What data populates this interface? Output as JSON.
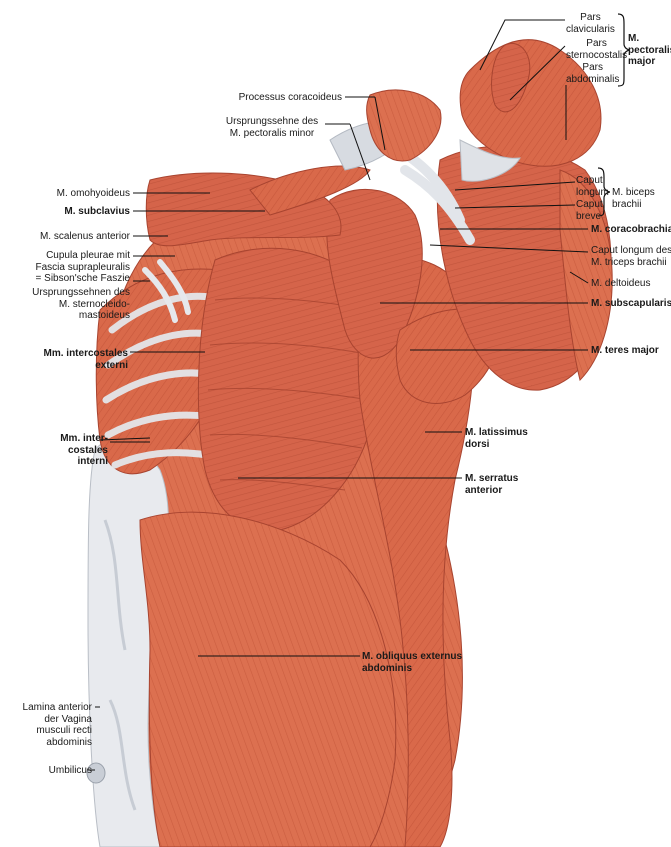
{
  "figure": {
    "labels": {
      "pars_clavicularis": [
        "Pars",
        "clavicularis"
      ],
      "pars_sternocostalis": [
        "Pars",
        "sternocostalis"
      ],
      "pars_abdominalis": [
        "Pars",
        "abdominalis"
      ],
      "pectoralis_major": [
        "M.",
        "pectoralis",
        "major"
      ],
      "processus_coracoideus": "Processus coracoideus",
      "ursprungssehne_pectoralis_minor": [
        "Ursprungssehne des",
        "M. pectoralis minor"
      ],
      "caput_longum_biceps": [
        "Caput",
        "longum"
      ],
      "caput_breve": [
        "Caput",
        "breve"
      ],
      "biceps_brachii": [
        "M. biceps",
        "brachii"
      ],
      "omohyoideus": "M. omohyoideus",
      "subclavius": "M. subclavius",
      "scalenus_anterior": "M. scalenus anterior",
      "cupula_pleurae": [
        "Cupula pleurae mit",
        "Fascia suprapleuralis",
        "= Sibson'sche Faszie"
      ],
      "ursprungssehnen_sternocleido": [
        "Ursprungssehnen des",
        "M. sternocleido-",
        "mastoideus"
      ],
      "coracobrachialis": "M. coracobrachialis",
      "caput_longum_triceps": [
        "Caput longum des",
        "M. triceps brachii"
      ],
      "deltoideus": "M. deltoideus",
      "subscapularis": "M. subscapularis",
      "teres_major": "M. teres major",
      "intercostales_externi": [
        "Mm. intercostales",
        "externi"
      ],
      "intercostales_interni": [
        "Mm. inter-",
        "costales",
        "interni"
      ],
      "latissimus_dorsi": [
        "M. latissimus",
        "dorsi"
      ],
      "serratus_anterior": [
        "M. serratus",
        "anterior"
      ],
      "obliquus_externus": [
        "M. obliquus externus",
        "abdominis"
      ],
      "lamina_anterior": [
        "Lamina anterior",
        "der Vagina",
        "musculi recti",
        "abdominis"
      ],
      "umbilicus": "Umbilicus"
    },
    "colors": {
      "muscle": "#d9694a",
      "muscle_dark": "#b84a30",
      "muscle_light": "#e8896a",
      "tendon": "#d9dde2",
      "fascia": "#ecedf0",
      "leader": "#111111"
    }
  }
}
